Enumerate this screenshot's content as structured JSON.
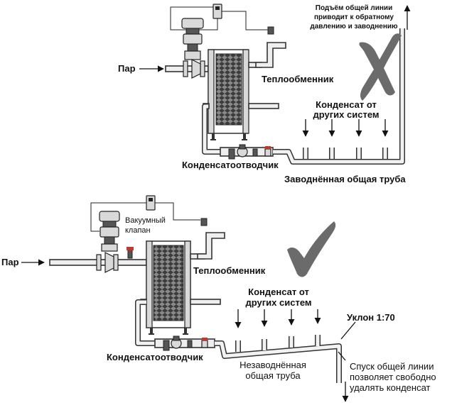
{
  "top": {
    "steam_label": "Пар",
    "exchanger_label": "Теплообменник",
    "condensate_other_line1": "Конденсат от",
    "condensate_other_line2": "других систем",
    "trap_label": "Конденсатоотводчик",
    "flooded_main_label": "Заводнённая общая труба",
    "riser_note_line1": "Подъём общей линии",
    "riser_note_line2": "приводит к обратному",
    "riser_note_line3": "давлению и заводнению",
    "verdict_icon": "cross-mark-icon",
    "verdict_color": "#6b6b6b"
  },
  "bottom": {
    "steam_label": "Пар",
    "vacuum_valve_line1": "Вакуумный",
    "vacuum_valve_line2": "клапан",
    "exchanger_label": "Теплообменник",
    "condensate_other_line1": "Конденсат от",
    "condensate_other_line2": "других систем",
    "slope_label": "Уклон 1:70",
    "trap_label": "Конденсатоотводчик",
    "unflooded_main_line1": "Незаводнённая",
    "unflooded_main_line2": "общая труба",
    "drop_note_line1": "Спуск общей линии",
    "drop_note_line2": "позволяет свободно",
    "drop_note_line3": "удалять конденсат",
    "verdict_icon": "check-mark-icon",
    "verdict_color": "#6b6b6b"
  }
}
